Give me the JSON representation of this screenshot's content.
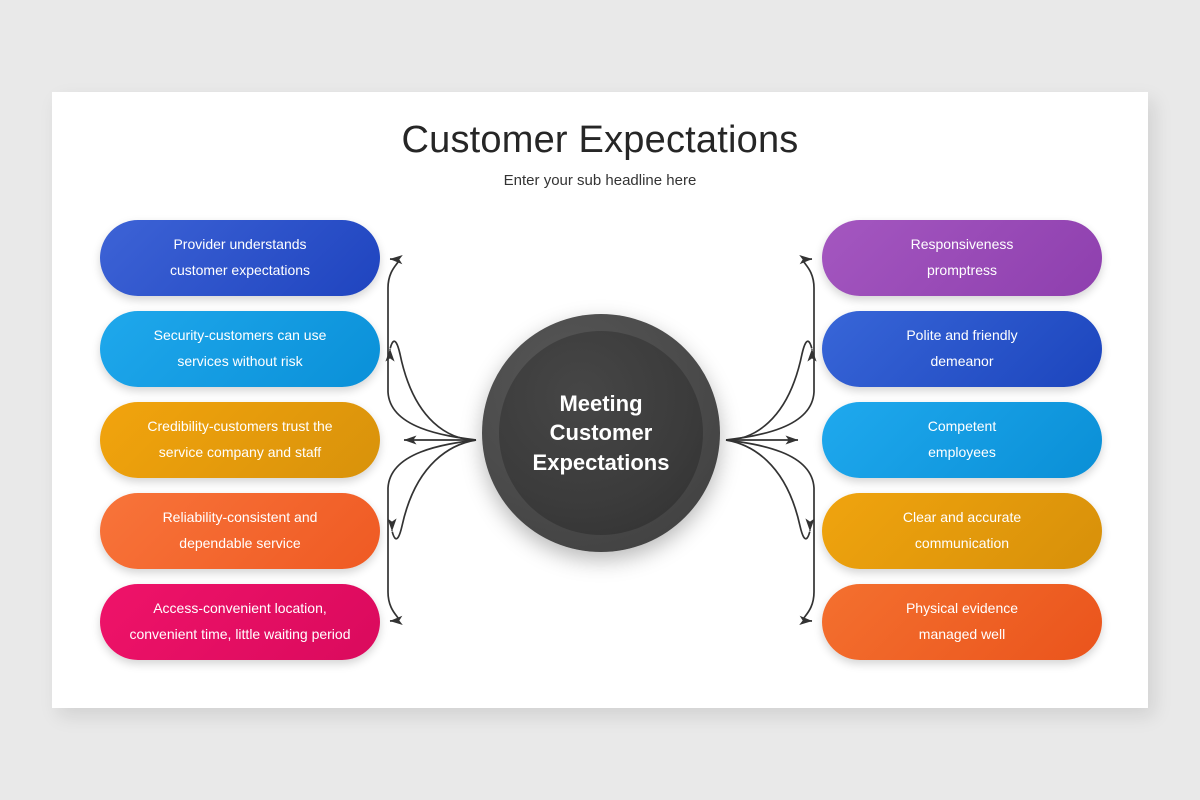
{
  "page": {
    "background_color": "#e9e9e9",
    "slide_background": "#ffffff"
  },
  "header": {
    "title": "Customer Expectations",
    "subtitle": "Enter your sub headline here"
  },
  "hub": {
    "label": "Meeting\nCustomer\nExpectations",
    "outer_color": "#4a4a4a",
    "inner_color": "#3b3b3b",
    "text_color": "#ffffff"
  },
  "connector": {
    "color": "#333333",
    "name": "curved-arrow"
  },
  "left_cards": [
    {
      "label": "Provider understands\ncustomer expectations",
      "color_from": "#3d63d6",
      "color_to": "#1f44bf",
      "name": "card-provider-understands"
    },
    {
      "label": "Security-customers can use\nservices without risk",
      "color_from": "#1fa8ec",
      "color_to": "#0a90d8",
      "name": "card-security-customers"
    },
    {
      "label": "Credibility-customers trust the\nservice company and staff",
      "color_from": "#f2a40d",
      "color_to": "#d8920b",
      "name": "card-credibility-customers"
    },
    {
      "label": "Reliability-consistent and\ndependable service",
      "color_from": "#f8743a",
      "color_to": "#ef5a23",
      "name": "card-reliability-consistent"
    },
    {
      "label": "Access-convenient  location,\nconvenient time, little waiting period",
      "color_from": "#ef1369",
      "color_to": "#da0a5d",
      "name": "card-access-convenient"
    }
  ],
  "right_cards": [
    {
      "label": "Responsiveness\npromptress",
      "color_from": "#a457c0",
      "color_to": "#8e3fae",
      "name": "card-responsiveness-promptress"
    },
    {
      "label": "Polite and friendly\ndemeanor",
      "color_from": "#3866d8",
      "color_to": "#1c45bd",
      "name": "card-polite-and-friendly"
    },
    {
      "label": "Competent\nemployees",
      "color_from": "#1fa9ee",
      "color_to": "#0a8fd6",
      "name": "card-competent-employees"
    },
    {
      "label": "Clear and accurate\ncommunication",
      "color_from": "#f0a40e",
      "color_to": "#d7900a",
      "name": "card-clear-and-accurate"
    },
    {
      "label": "Physical evidence\nmanaged well",
      "color_from": "#f4702f",
      "color_to": "#ea541c",
      "name": "card-physical-evidence"
    }
  ]
}
